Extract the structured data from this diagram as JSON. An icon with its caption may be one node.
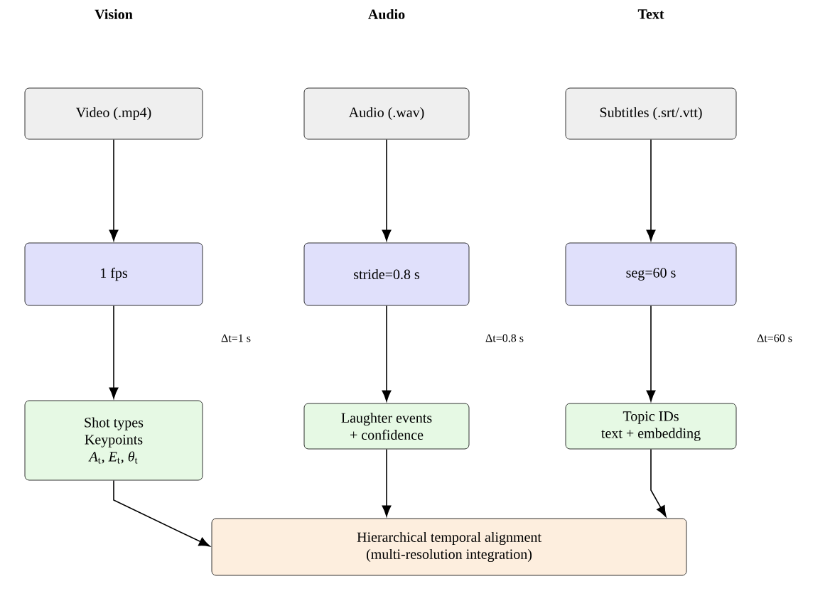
{
  "diagram": {
    "nodes": [
      {
        "text": [
          "Video (.mp4)"
        ]
      },
      {
        "text": [
          "Audio (.wav)"
        ]
      },
      {
        "text": [
          "Subtitles (.srt/.vtt)"
        ]
      },
      {
        "text": [
          "1 fps"
        ],
        "beside": [
          "Δt=1 s"
        ]
      },
      {
        "text": [
          "stride=0.8 s"
        ],
        "beside": [
          "Δt=0.8 s"
        ]
      },
      {
        "text": [
          "seg=60 s"
        ],
        "beside": [
          "Δt=60 s"
        ]
      },
      {
        "text": [
          "Shot types",
          "Keypoints",
          "*A*$_{t}$, *E*$_{t}$, *θ*$_{t}$"
        ]
      },
      {
        "text": [
          "Laughter events",
          "+ confidence"
        ]
      },
      {
        "text": [
          "Topic IDs",
          "text + embedding"
        ]
      },
      {
        "text": [
          "Hierarchical temporal alignment",
          "(multi-resolution integration)"
        ]
      }
    ],
    "edges": [
      {
        "from": 0,
        "to": 3,
        "arrow": "to"
      },
      {
        "from": 3,
        "to": 6,
        "arrow": "to"
      },
      {
        "from": 1,
        "to": 4,
        "arrow": "to"
      },
      {
        "from": 4,
        "to": 7,
        "arrow": "to"
      },
      {
        "from": 2,
        "to": 5,
        "arrow": "to"
      },
      {
        "from": 5,
        "to": 8,
        "arrow": "to"
      },
      {
        "from": 6,
        "to": 9,
        "arrow": "to"
      },
      {
        "from": 7,
        "to": 9,
        "arrow": "to"
      },
      {
        "from": 8,
        "to": 9,
        "arrow": "to"
      }
    ],
    "labels": [
      "Vision",
      "Audio",
      "Text"
    ]
  }
}
